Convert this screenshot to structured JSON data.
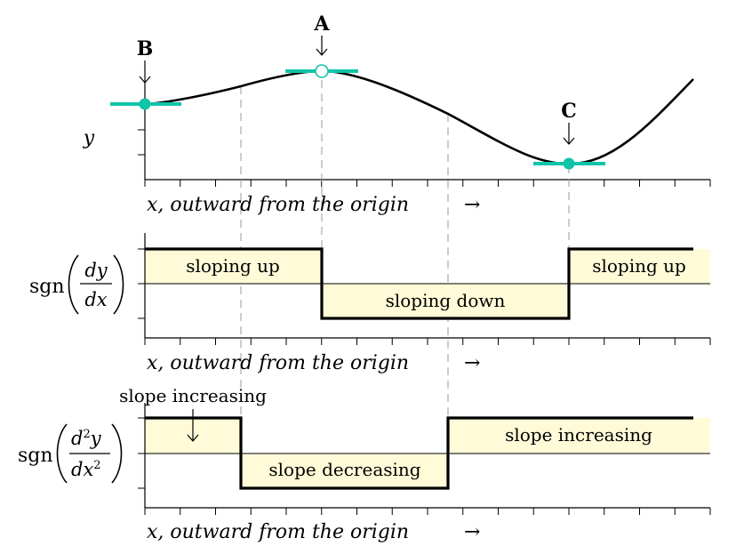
{
  "colors": {
    "accent": "#10c4a8",
    "highlight": "#fffbd8",
    "ink": "#000000",
    "guide": "#999999"
  },
  "points": {
    "a": "A",
    "b": "B",
    "c": "C"
  },
  "labels": {
    "y_axis": "y",
    "x_axis": "x, outward from the origin",
    "arrow": "→",
    "sgn": "sgn",
    "dy": "dy",
    "dx": "dx",
    "d2y_d": "d",
    "d2y_sup": "2",
    "d2y_y": "y",
    "dx2_dx": "dx",
    "dx2_sup": "2"
  },
  "panel1": {
    "sloping_up_left": "sloping up",
    "sloping_down": "sloping down",
    "sloping_up_right": "sloping up"
  },
  "panel2": {
    "slope_increasing_left": "slope increasing",
    "slope_decreasing": "slope decreasing",
    "slope_increasing_right": "slope increasing"
  },
  "icons": {
    "tangent_marker": "tangent-line-icon",
    "point_marker": "filled-circle-icon",
    "open_marker": "open-circle-icon"
  }
}
